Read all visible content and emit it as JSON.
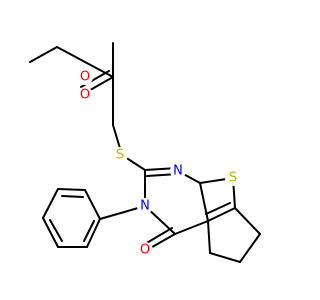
{
  "molecule": {
    "atoms": [
      {
        "id": "O_ether",
        "symbol": "O",
        "color": "#ff0000"
      },
      {
        "id": "O_carbonyl_ester",
        "symbol": "O",
        "color": "#ff0000"
      },
      {
        "id": "S_thioether",
        "symbol": "S",
        "color": "#b8b800"
      },
      {
        "id": "N_ring",
        "symbol": "N",
        "color": "#0000ff"
      },
      {
        "id": "S_thiophene",
        "symbol": "S",
        "color": "#b8b800"
      },
      {
        "id": "N_phenyl",
        "symbol": "N",
        "color": "#0000ff"
      },
      {
        "id": "O_keto",
        "symbol": "O",
        "color": "#ff0000"
      }
    ]
  }
}
